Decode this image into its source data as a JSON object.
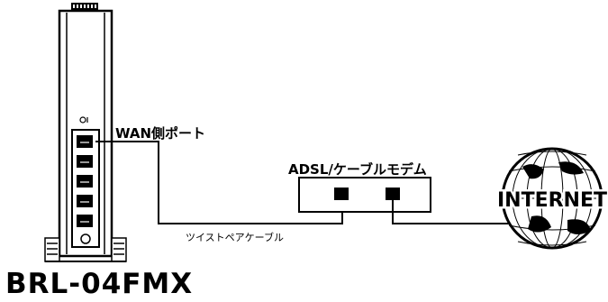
{
  "labels": {
    "wan_port": "WAN側ポート",
    "modem": "ADSL/ケーブルモデム",
    "cable": "ツイストペアケーブル",
    "model": "BRL-04FMX",
    "internet": "INTERNET"
  },
  "router": {
    "port_count": 5
  },
  "modem": {
    "port_count": 2
  },
  "colors": {
    "line": "#000000",
    "background": "#ffffff"
  },
  "icons": [
    "router-device",
    "modem-box",
    "globe-icon"
  ]
}
